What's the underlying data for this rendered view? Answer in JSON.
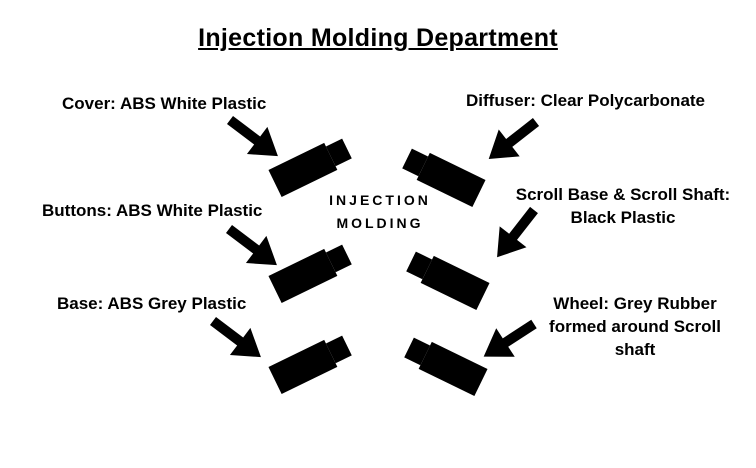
{
  "title": "Injection Molding Department",
  "center": {
    "line1": "INJECTION",
    "line2": "MOLDING"
  },
  "labels": {
    "cover": "Cover: ABS White Plastic",
    "buttons": "Buttons: ABS White Plastic",
    "base": "Base: ABS Grey Plastic",
    "diffuser": "Diffuser: Clear Polycarbonate",
    "scroll_line1": "Scroll Base & Scroll Shaft:",
    "scroll_line2": "Black Plastic",
    "wheel_line1": "Wheel: Grey Rubber",
    "wheel_line2": "formed around Scroll",
    "wheel_line3": "shaft"
  },
  "machines": [
    {
      "name": "cover-machine",
      "side": "left"
    },
    {
      "name": "buttons-machine",
      "side": "left"
    },
    {
      "name": "base-machine",
      "side": "left"
    },
    {
      "name": "diffuser-machine",
      "side": "right"
    },
    {
      "name": "scroll-machine",
      "side": "right"
    },
    {
      "name": "wheel-machine",
      "side": "right"
    }
  ]
}
